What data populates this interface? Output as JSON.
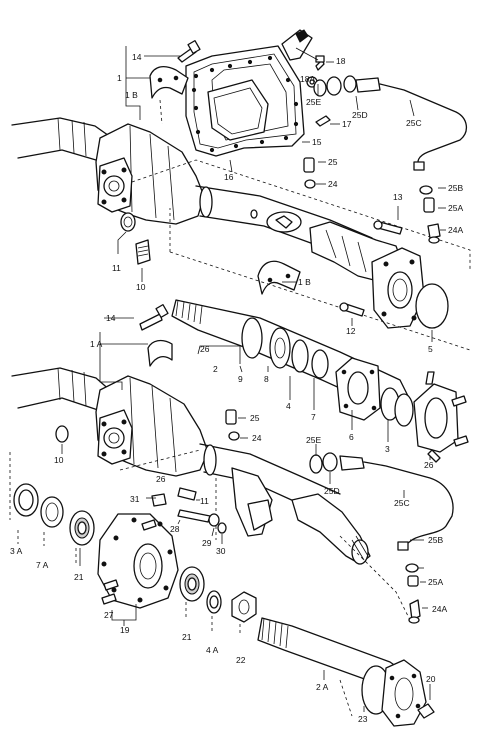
{
  "callouts": {
    "c1": "1",
    "c1b": "1 B",
    "c1b2": "1 B",
    "c1a": "1 A",
    "c2": "2",
    "c2a": "2 A",
    "c3": "3",
    "c3a": "3 A",
    "c4": "4",
    "c4a": "4 A",
    "c5": "5",
    "c6": "6",
    "c7": "7",
    "c7a": "7 A",
    "c8": "8",
    "c9": "9",
    "c10": "10",
    "c10b": "10",
    "c11": "11",
    "c11b": "11",
    "c12": "12",
    "c13": "13",
    "c14": "14",
    "c14b": "14",
    "c15": "15",
    "c16": "16",
    "c17": "17",
    "c18": "18",
    "c18a": "18A",
    "c19": "19",
    "c20": "20",
    "c21": "21",
    "c21b": "21",
    "c22": "22",
    "c23": "23",
    "c24": "24",
    "c24b": "24",
    "c24a": "24A",
    "c24ab": "24A",
    "c25": "25",
    "c25b_lbl": "25",
    "c25a": "25A",
    "c25ab": "25A",
    "c25b": "25B",
    "c25bb": "25B",
    "c25c": "25C",
    "c25cb": "25C",
    "c25d": "25D",
    "c25db": "25D",
    "c25e": "25E",
    "c25eb": "25E",
    "c26": "26",
    "c26b": "26",
    "c26c": "26",
    "c27": "27",
    "c28": "28",
    "c29": "29",
    "c30": "30",
    "c31": "31"
  }
}
